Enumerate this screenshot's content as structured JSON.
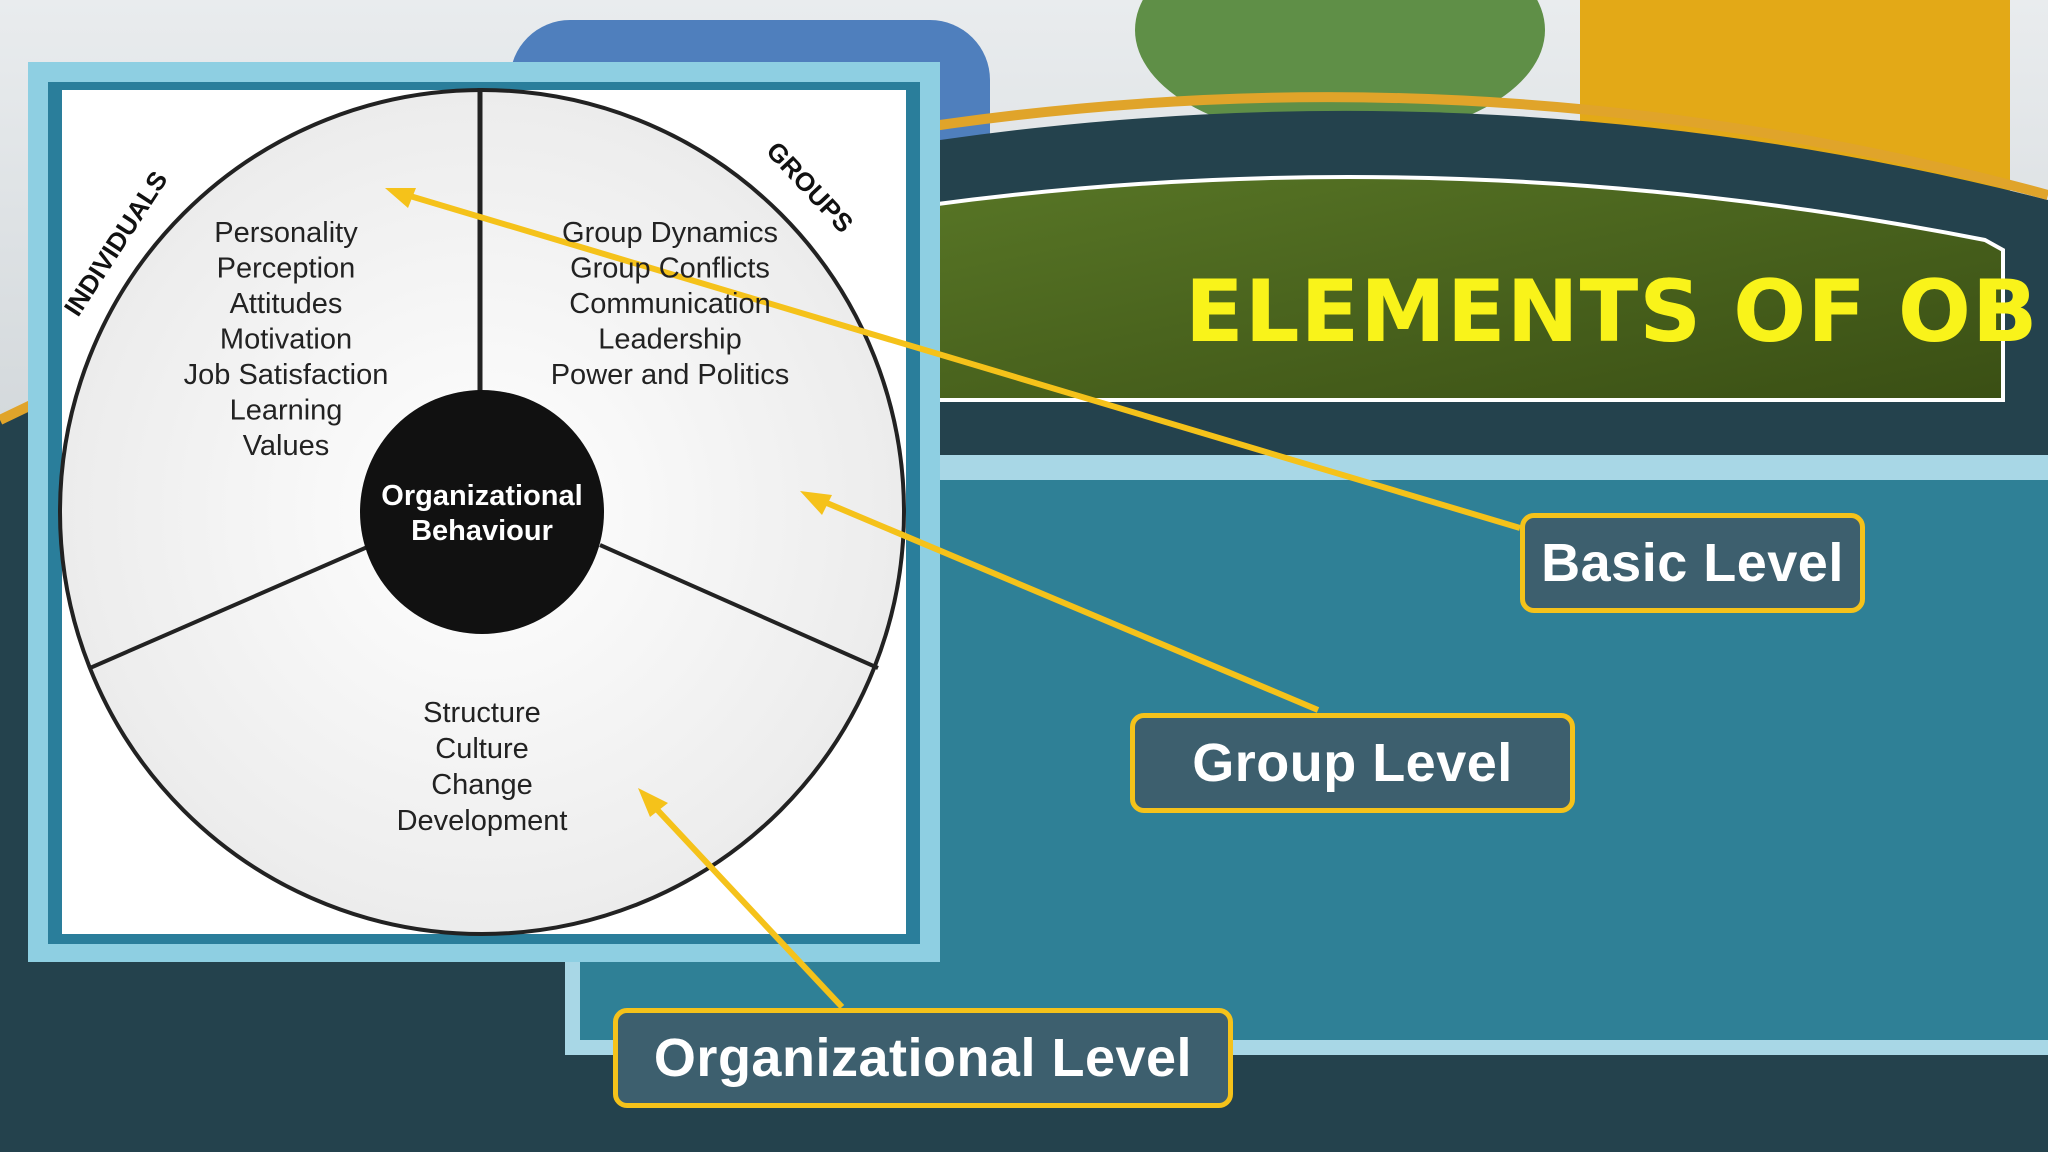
{
  "slide": {
    "title": "ELEMENTS OF OB",
    "labels": {
      "basic": "Basic Level",
      "group": "Group Level",
      "organizational": "Organizational Level"
    }
  },
  "diagram": {
    "center": {
      "line1": "Organizational",
      "line2": "Behaviour"
    },
    "individuals": {
      "heading": "INDIVIDUALS",
      "items": [
        "Personality",
        "Perception",
        "Attitudes",
        "Motivation",
        "Job Satisfaction",
        "Learning",
        "Values"
      ]
    },
    "groups": {
      "heading": "GROUPS",
      "items": [
        "Group Dynamics",
        "Group Conflicts",
        "Communication",
        "Leadership",
        "Power and Politics"
      ]
    },
    "organization": {
      "items": [
        "Structure",
        "Culture",
        "Change",
        "Development"
      ]
    }
  },
  "colors": {
    "accent_yellow": "#f5c21a",
    "title_yellow": "#f9f31a",
    "panel_teal": "#2f8096",
    "banner_green": "#4f6a1f"
  }
}
